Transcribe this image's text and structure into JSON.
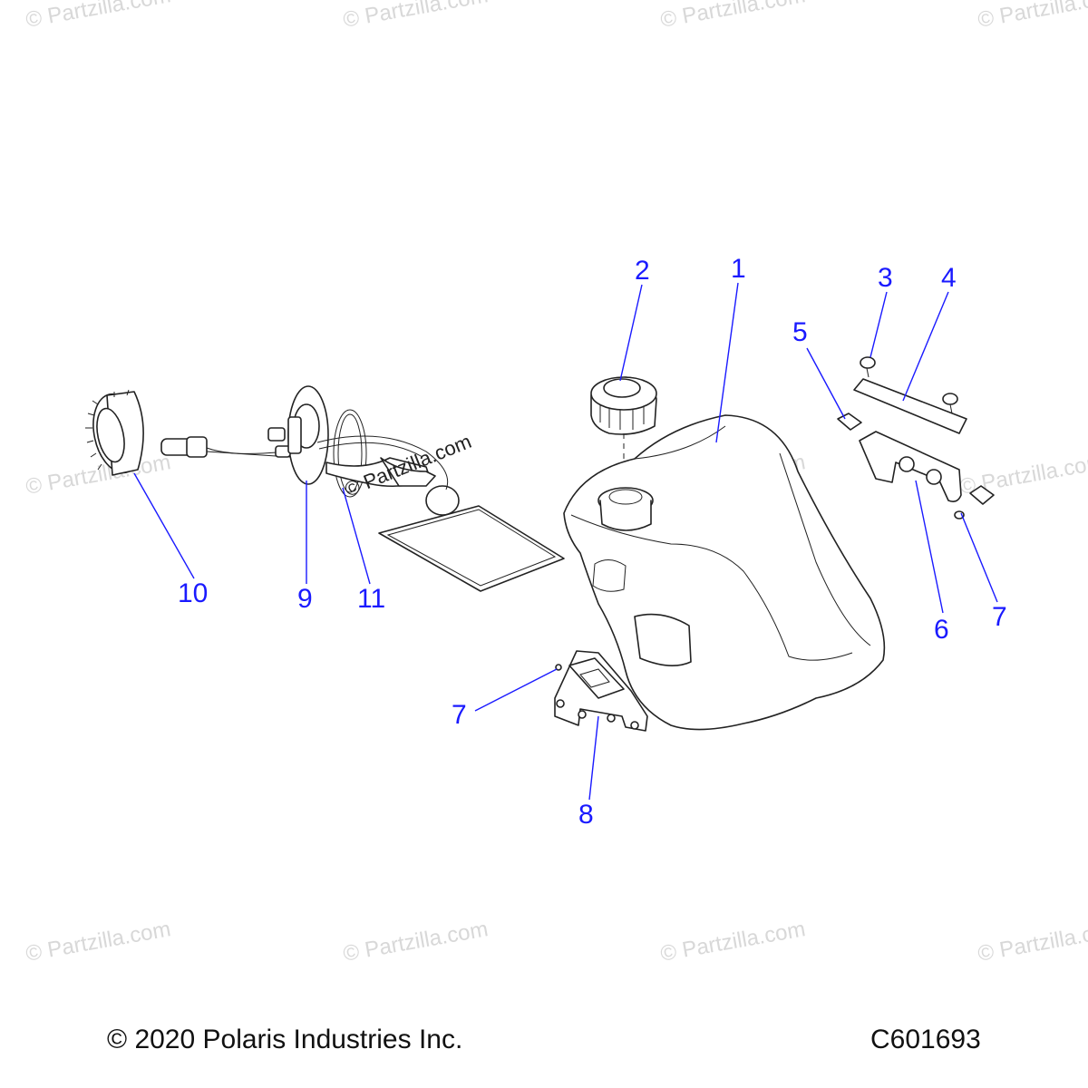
{
  "watermark": "© Partzilla.com",
  "pump_watermark": "© Partzilla.com",
  "callouts": [
    {
      "id": "1",
      "label": "1"
    },
    {
      "id": "2",
      "label": "2"
    },
    {
      "id": "3",
      "label": "3"
    },
    {
      "id": "4",
      "label": "4"
    },
    {
      "id": "5",
      "label": "5"
    },
    {
      "id": "6",
      "label": "6"
    },
    {
      "id": "7a",
      "label": "7"
    },
    {
      "id": "7b",
      "label": "7"
    },
    {
      "id": "8",
      "label": "8"
    },
    {
      "id": "9",
      "label": "9"
    },
    {
      "id": "10",
      "label": "10"
    },
    {
      "id": "11",
      "label": "11"
    }
  ],
  "footer": {
    "copyright": "© 2020 Polaris Industries Inc.",
    "diagram_id": "C601693"
  },
  "colors": {
    "callout": "#1a1aff",
    "line_art": "#222222",
    "watermark": "#d8d8d8"
  }
}
